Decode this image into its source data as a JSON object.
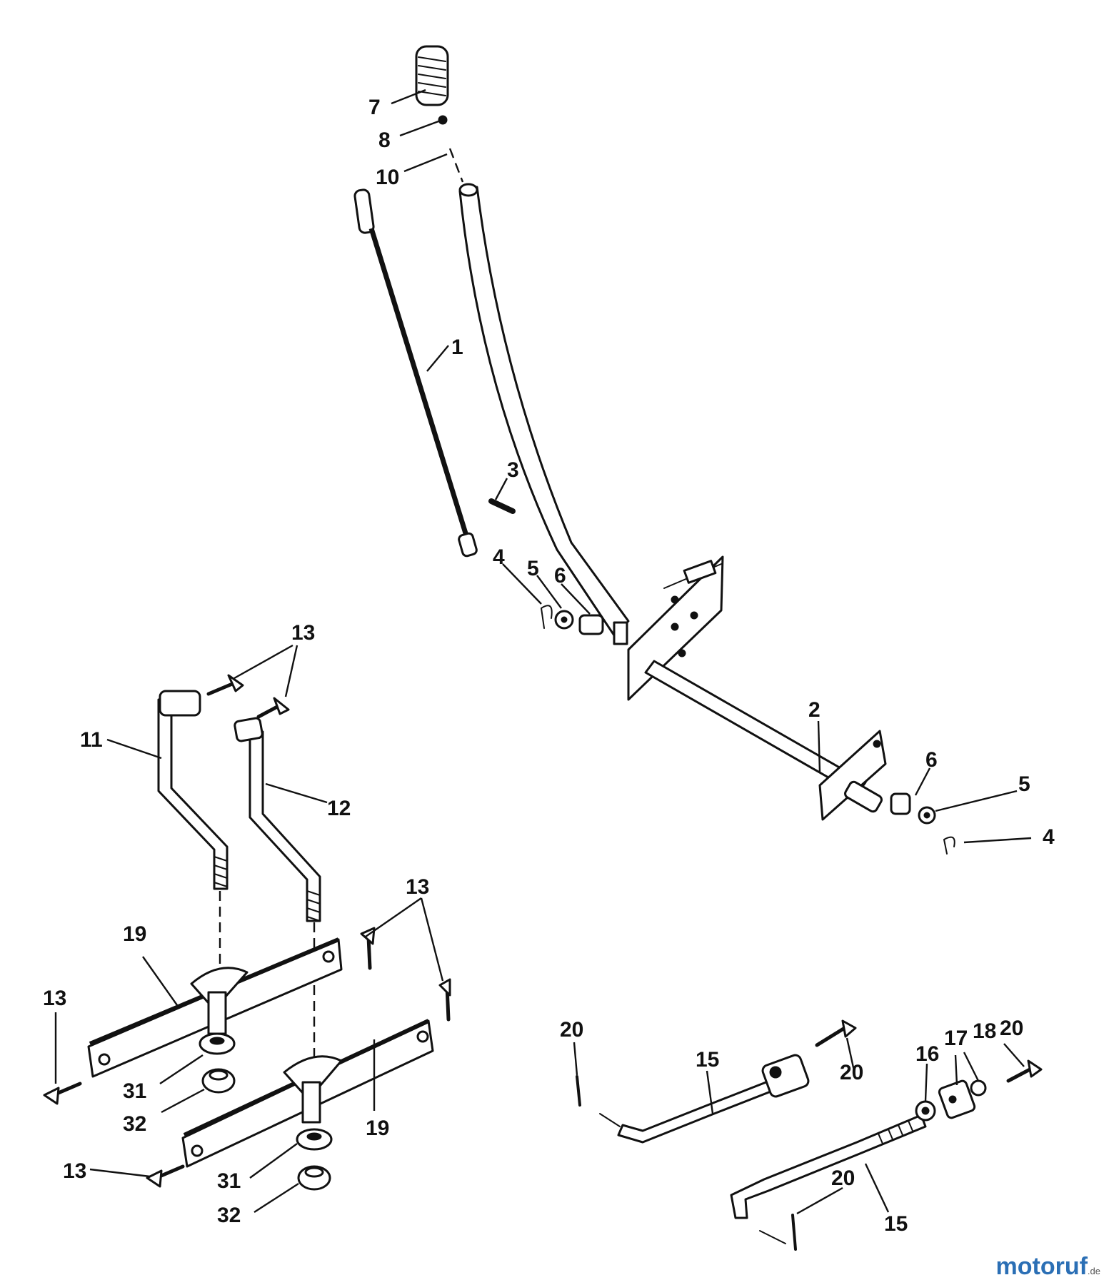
{
  "labels": {
    "l1": "1",
    "l2": "2",
    "l3": "3",
    "l4a": "4",
    "l4b": "4",
    "l5a": "5",
    "l5b": "5",
    "l6a": "6",
    "l6b": "6",
    "l7": "7",
    "l8": "8",
    "l10": "10",
    "l11": "11",
    "l12": "12",
    "l13a": "13",
    "l13b": "13",
    "l13c": "13",
    "l13d": "13",
    "l15a": "15",
    "l15b": "15",
    "l16": "16",
    "l17": "17",
    "l18": "18",
    "l19a": "19",
    "l19b": "19",
    "l20a": "20",
    "l20b": "20",
    "l20c": "20",
    "l20d": "20",
    "l31a": "31",
    "l31b": "31",
    "l32a": "32",
    "l32b": "32"
  },
  "watermark": {
    "brand": "motoruf",
    "suffix": ".de"
  }
}
